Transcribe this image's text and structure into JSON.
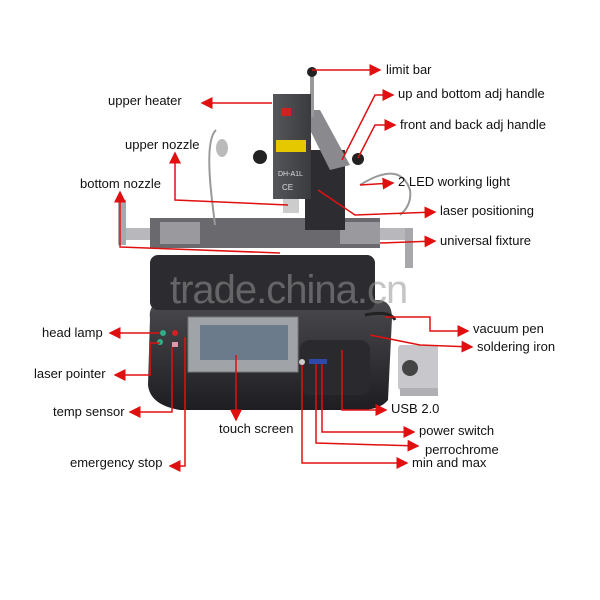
{
  "watermark": "trade.china.cn",
  "model_plate": "DH-A1L",
  "ce_mark": "CE",
  "arrow_color": "#e01010",
  "labels": {
    "limit_bar": "limit bar",
    "upper_heater": "upper heater",
    "up_bottom_adj": "up and bottom adj handle",
    "front_back_adj": "front and back adj handle",
    "upper_nozzle": "upper nozzle",
    "led_light": "2 LED working light",
    "bottom_nozzle": "bottom nozzle",
    "laser_positioning": "laser positioning",
    "universal_fixture": "universal fixture",
    "head_lamp": "head lamp",
    "vacuum_pen": "vacuum pen",
    "soldering_iron": "soldering iron",
    "laser_pointer": "laser pointer",
    "usb": "USB 2.0",
    "temp_sensor": "temp sensor",
    "touch_screen": "touch screen",
    "power_switch": "power switch",
    "perrochrome": "perrochrome",
    "emergency_stop": "emergency stop",
    "min_max": "min and max"
  }
}
